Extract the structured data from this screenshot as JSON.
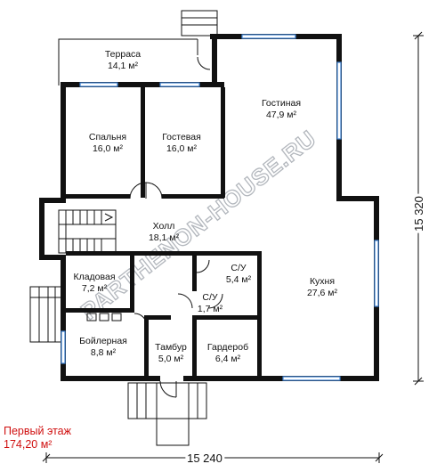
{
  "rooms": [
    {
      "key": "terrace",
      "name": "Терраса",
      "area": "14,1 м²"
    },
    {
      "key": "living",
      "name": "Гостиная",
      "area": "47,9 м²"
    },
    {
      "key": "bedroom",
      "name": "Спальня",
      "area": "16,0 м²"
    },
    {
      "key": "guest",
      "name": "Гостевая",
      "area": "16,0 м²"
    },
    {
      "key": "hall",
      "name": "Холл",
      "area": "18,1 м²"
    },
    {
      "key": "storage",
      "name": "Кладовая",
      "area": "7,2 м²"
    },
    {
      "key": "wc1",
      "name": "С/У",
      "area": "5,4 м²"
    },
    {
      "key": "wc2",
      "name": "С/У",
      "area": "1,7 м²"
    },
    {
      "key": "kitchen",
      "name": "Кухня",
      "area": "27,6 м²"
    },
    {
      "key": "boiler",
      "name": "Бойлерная",
      "area": "8,8 м²"
    },
    {
      "key": "vestibule",
      "name": "Тамбур",
      "area": "5,0 м²"
    },
    {
      "key": "wardrobe",
      "name": "Гардероб",
      "area": "6,4 м²"
    }
  ],
  "dimensions": {
    "width": "15 240",
    "height": "15 320"
  },
  "floor": {
    "title": "Первый этаж",
    "area": "174,20 м²"
  },
  "watermark": "PARTHENON-HOUSE.RU",
  "colors": {
    "wall": "#111111",
    "window": "#3a7fd0",
    "label": "#d01010"
  }
}
